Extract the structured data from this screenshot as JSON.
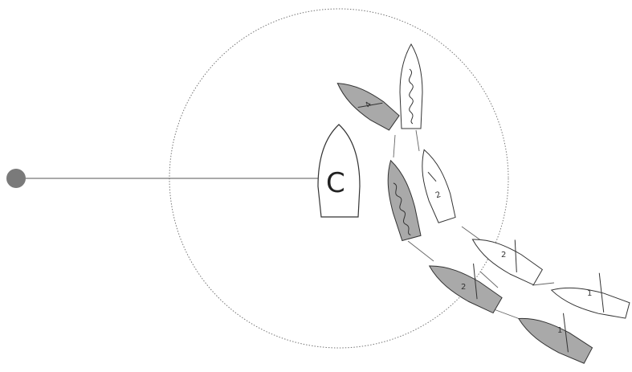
{
  "colors": {
    "background": "#ffffff",
    "line": "#555555",
    "circle": "#777777",
    "boat_white": "#ffffff",
    "boat_grey": "#a9a9a9",
    "mark": "#7a7a7a"
  },
  "committee_boat": {
    "letter": "C"
  },
  "boats": [
    {
      "id": "grey-4",
      "fill": "grey",
      "label": "4"
    },
    {
      "id": "white-wavy-top",
      "fill": "white",
      "label": ""
    },
    {
      "id": "white-2-upper",
      "fill": "white",
      "label": "2"
    },
    {
      "id": "grey-wavy-mid",
      "fill": "grey",
      "label": ""
    },
    {
      "id": "white-2-right",
      "fill": "white",
      "label": "2"
    },
    {
      "id": "grey-2",
      "fill": "grey",
      "label": "2"
    },
    {
      "id": "white-1",
      "fill": "white",
      "label": "1"
    },
    {
      "id": "grey-1",
      "fill": "grey",
      "label": "1"
    }
  ]
}
